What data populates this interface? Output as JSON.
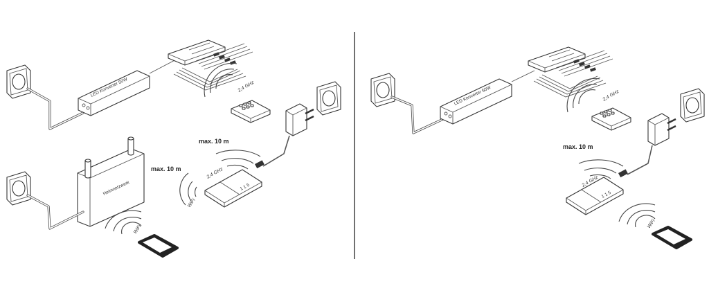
{
  "left_panel": {
    "converter_label": "LED Konverter 50W",
    "router_label": "Heimnetzwerk",
    "remote_freq": "2,4 GHz",
    "receiver_freq": "2,4 GHz",
    "router_range": "max. 10 m",
    "receiver_range": "max. 10 m",
    "receiver_wifi": "WiFi",
    "phone_wifi": "WiFi"
  },
  "right_panel": {
    "converter_label": "LED Konverter 50W",
    "remote_freq": "2,4 GHz",
    "receiver_freq": "2,4 GHz",
    "receiver_range": "max. 10 m",
    "phone_wifi": "WiFi"
  }
}
